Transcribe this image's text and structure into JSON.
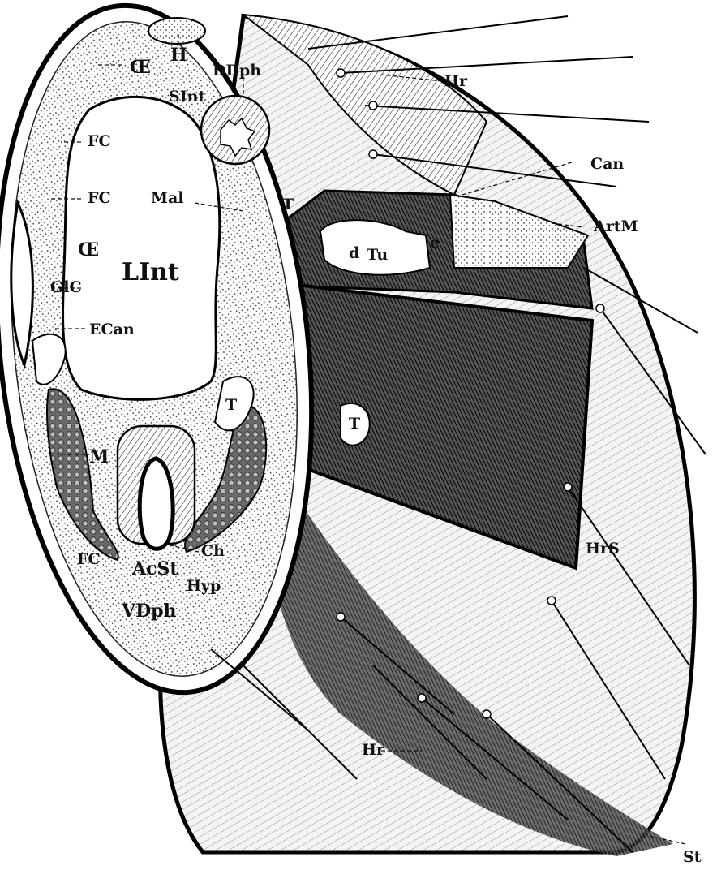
{
  "figure": {
    "labels": {
      "oe_top": "Œ",
      "h": "H",
      "ddph": "DDph",
      "sint": "SInt",
      "hr_top": "Hr",
      "can": "Can",
      "fc_1": "FC",
      "fc_2": "FC",
      "mal": "Mal",
      "t_1": "T",
      "artm": "ArtM",
      "oe_left": "Œ",
      "lint": "LInt",
      "d": "d",
      "tu": "Tu",
      "e": "e",
      "glc": "GlC",
      "ecan": "ECan",
      "t_2": "T",
      "t_3": "T",
      "m": "M",
      "hrs": "HrS",
      "fc_3": "FC",
      "acst": "AcSt",
      "ch": "Ch",
      "hyp": "Hyp",
      "vdph": "VDph",
      "hr_bottom": "Hr",
      "st": "St"
    }
  }
}
